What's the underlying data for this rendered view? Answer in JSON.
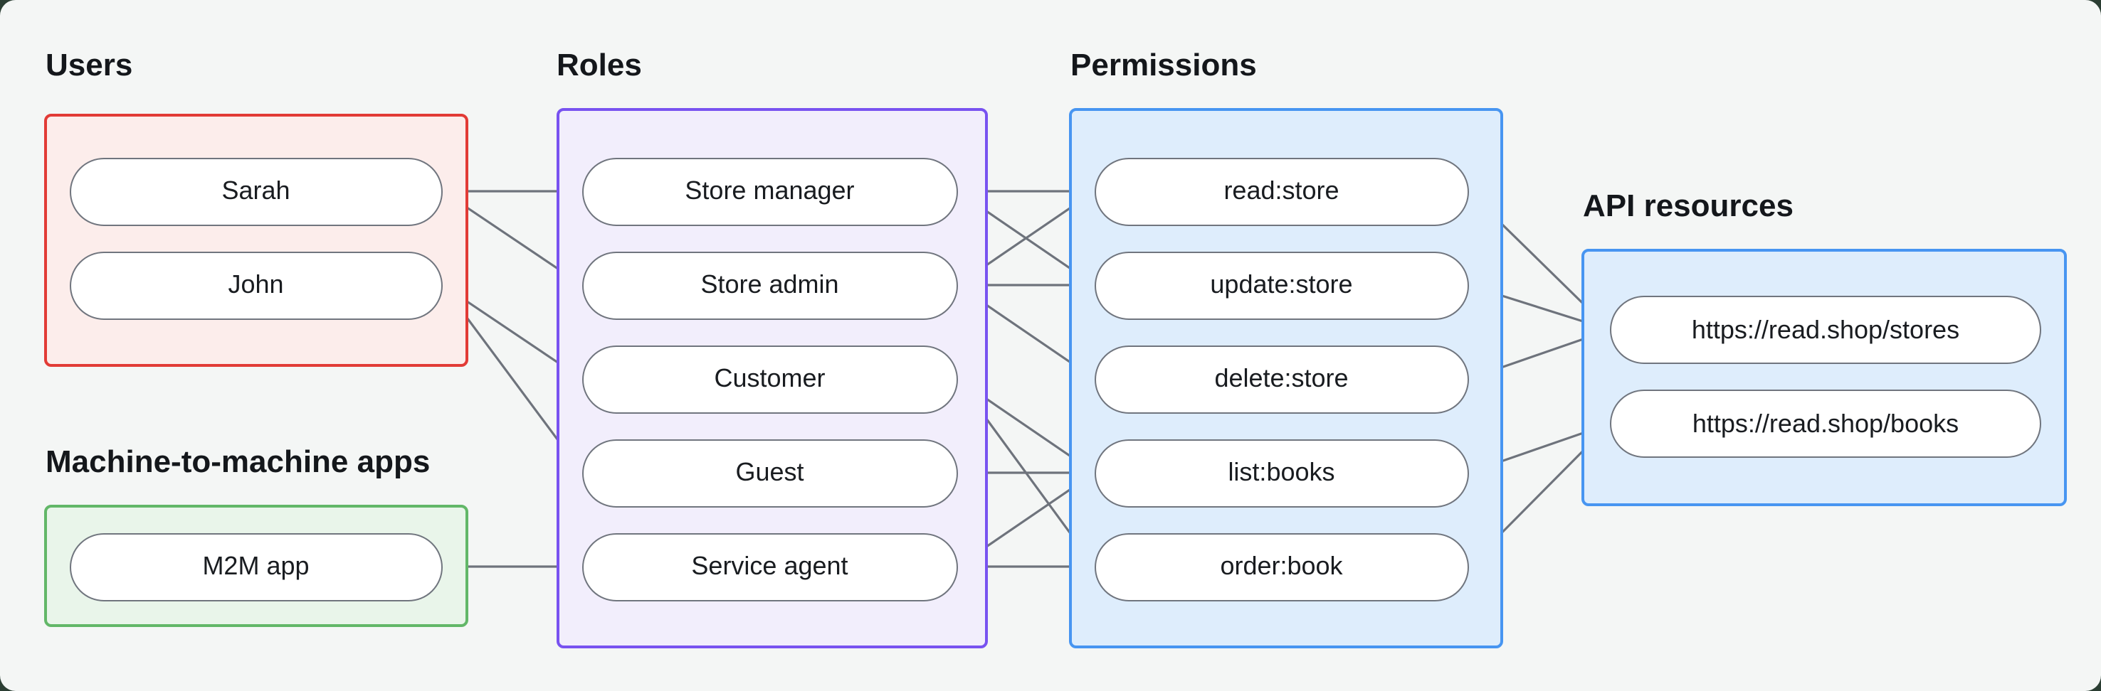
{
  "canvas": {
    "background": "#f4f6f5",
    "outside_background": "#2b3e33",
    "node_border_color": "#70757e",
    "edge_color": "#6e737c"
  },
  "groups": [
    {
      "id": "users",
      "label": "Users",
      "border_color": "#e23b36",
      "fill_color": "#fcedeb",
      "items": [
        {
          "id": "sarah",
          "label": "Sarah"
        },
        {
          "id": "john",
          "label": "John"
        }
      ]
    },
    {
      "id": "m2m",
      "label": "Machine-to-machine apps",
      "border_color": "#62b768",
      "fill_color": "#e9f5ea",
      "items": [
        {
          "id": "m2m-app",
          "label": "M2M app"
        }
      ]
    },
    {
      "id": "roles",
      "label": "Roles",
      "border_color": "#7852f0",
      "fill_color": "#f2eefc",
      "items": [
        {
          "id": "store-manager",
          "label": "Store manager"
        },
        {
          "id": "store-admin",
          "label": "Store admin"
        },
        {
          "id": "customer",
          "label": "Customer"
        },
        {
          "id": "guest",
          "label": "Guest"
        },
        {
          "id": "service-agent",
          "label": "Service agent"
        }
      ]
    },
    {
      "id": "permissions",
      "label": "Permissions",
      "border_color": "#4795f1",
      "fill_color": "#deedfc",
      "items": [
        {
          "id": "read-store",
          "label": "read:store"
        },
        {
          "id": "update-store",
          "label": "update:store"
        },
        {
          "id": "delete-store",
          "label": "delete:store"
        },
        {
          "id": "list-books",
          "label": "list:books"
        },
        {
          "id": "order-book",
          "label": "order:book"
        }
      ]
    },
    {
      "id": "api",
      "label": "API resources",
      "border_color": "#4795f1",
      "fill_color": "#deedfc",
      "items": [
        {
          "id": "api-stores",
          "label": "https://read.shop/stores"
        },
        {
          "id": "api-books",
          "label": "https://read.shop/books"
        }
      ]
    }
  ],
  "edges": [
    {
      "from": "sarah",
      "to": "store-manager"
    },
    {
      "from": "sarah",
      "to": "store-admin"
    },
    {
      "from": "john",
      "to": "customer"
    },
    {
      "from": "john",
      "to": "guest"
    },
    {
      "from": "m2m-app",
      "to": "service-agent"
    },
    {
      "from": "store-manager",
      "to": "read-store"
    },
    {
      "from": "store-manager",
      "to": "update-store"
    },
    {
      "from": "store-admin",
      "to": "read-store"
    },
    {
      "from": "store-admin",
      "to": "update-store"
    },
    {
      "from": "store-admin",
      "to": "delete-store"
    },
    {
      "from": "customer",
      "to": "list-books"
    },
    {
      "from": "customer",
      "to": "order-book"
    },
    {
      "from": "guest",
      "to": "list-books"
    },
    {
      "from": "service-agent",
      "to": "list-books"
    },
    {
      "from": "service-agent",
      "to": "order-book"
    }
  ],
  "edges_to_resources": [
    {
      "from": "read-store",
      "to": "api-stores"
    },
    {
      "from": "update-store",
      "to": "api-stores"
    },
    {
      "from": "delete-store",
      "to": "api-stores"
    },
    {
      "from": "list-books",
      "to": "api-books"
    },
    {
      "from": "order-book",
      "to": "api-books"
    }
  ]
}
